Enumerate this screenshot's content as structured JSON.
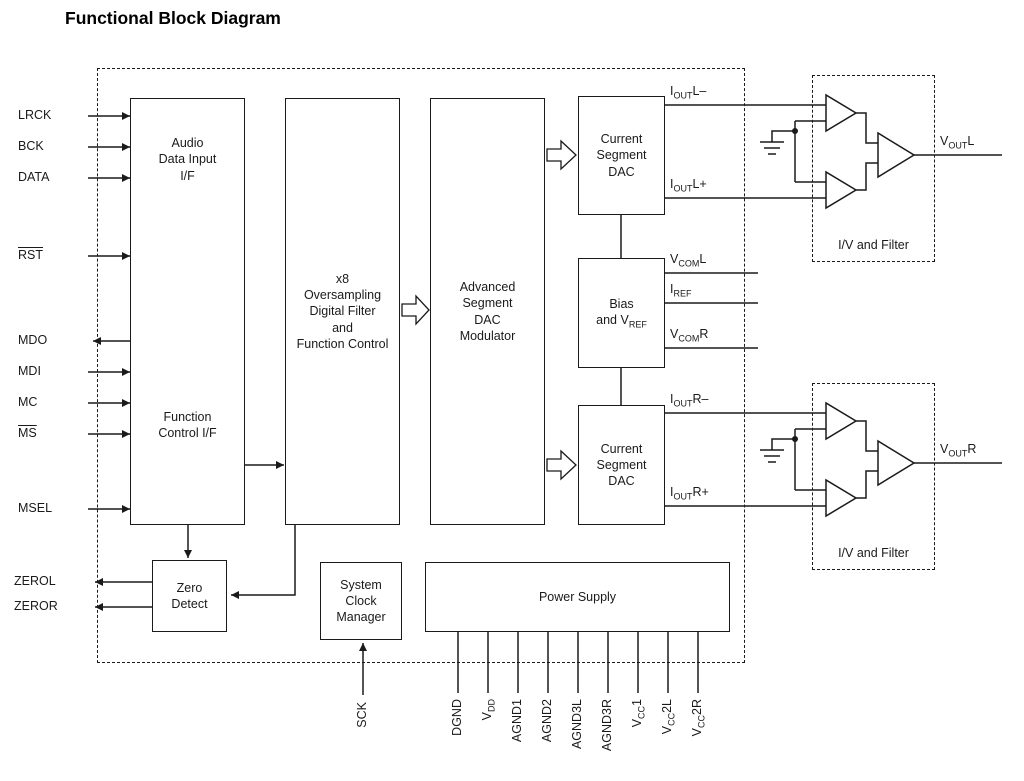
{
  "title": "Functional Block Diagram",
  "blocks": {
    "audio_input": "Audio\nData Input\nI/F",
    "function_control": "Function\nControl I/F",
    "oversampling": "x8\nOversampling\nDigital Filter\nand\nFunction Control",
    "dac_modulator": "Advanced\nSegment\nDAC\nModulator",
    "current_dac_top": "Current\nSegment\nDAC",
    "bias": {
      "line1": "Bias",
      "line2_pre": "and V",
      "line2_sub": "REF"
    },
    "current_dac_bottom": "Current\nSegment\nDAC",
    "zero_detect": "Zero\nDetect",
    "clock_manager": "System\nClock\nManager",
    "power_supply": "Power Supply",
    "iv_filter_top": "I/V and Filter",
    "iv_filter_bottom": "I/V and Filter"
  },
  "left_signals": {
    "lrck": "LRCK",
    "bck": "BCK",
    "data": "DATA",
    "rst": "RST",
    "mdo": "MDO",
    "mdi": "MDI",
    "mc": "MC",
    "ms": "MS",
    "msel": "MSEL",
    "zerol": "ZEROL",
    "zeror": "ZEROR"
  },
  "right_signals": {
    "iout_l_minus": {
      "pre": "I",
      "sub": "OUT",
      "post": "L–"
    },
    "iout_l_plus": {
      "pre": "I",
      "sub": "OUT",
      "post": "L+"
    },
    "vcom_l": {
      "pre": "V",
      "sub": "COM",
      "post": "L"
    },
    "iref": {
      "pre": "I",
      "sub": "REF",
      "post": ""
    },
    "vcom_r": {
      "pre": "V",
      "sub": "COM",
      "post": "R"
    },
    "iout_r_minus": {
      "pre": "I",
      "sub": "OUT",
      "post": "R–"
    },
    "iout_r_plus": {
      "pre": "I",
      "sub": "OUT",
      "post": "R+"
    },
    "vout_l": {
      "pre": "V",
      "sub": "OUT",
      "post": "L"
    },
    "vout_r": {
      "pre": "V",
      "sub": "OUT",
      "post": "R"
    }
  },
  "bottom_pins": {
    "sck": "SCK",
    "pins": [
      {
        "pre": "DGND",
        "sub": "",
        "post": ""
      },
      {
        "pre": "V",
        "sub": "DD",
        "post": ""
      },
      {
        "pre": "AGND1",
        "sub": "",
        "post": ""
      },
      {
        "pre": "AGND2",
        "sub": "",
        "post": ""
      },
      {
        "pre": "AGND3L",
        "sub": "",
        "post": ""
      },
      {
        "pre": "AGND3R",
        "sub": "",
        "post": ""
      },
      {
        "pre": "V",
        "sub": "CC",
        "post": "1"
      },
      {
        "pre": "V",
        "sub": "CC",
        "post": "2L"
      },
      {
        "pre": "V",
        "sub": "CC",
        "post": "2R"
      }
    ]
  },
  "colors": {
    "line": "#1a1a1a",
    "background": "#ffffff"
  }
}
